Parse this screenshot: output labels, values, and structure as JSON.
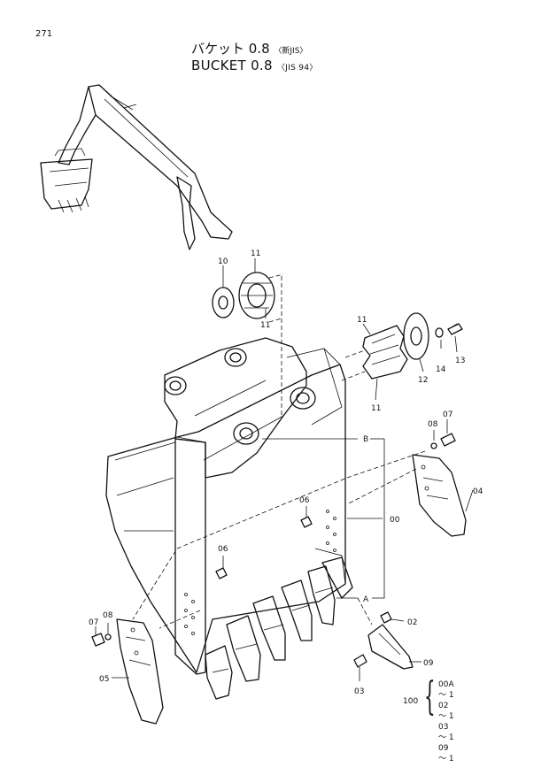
{
  "page_number": "271",
  "title_jp": "バケット 0.8",
  "title_jp_std": "〈新JIS〉",
  "title_en": "BUCKET  0.8",
  "title_en_std": "〈JIS 94〉",
  "callouts": {
    "c10": "10",
    "c11a": "11",
    "c11b": "11",
    "c11c": "11",
    "c11d": "11",
    "c12": "12",
    "c13": "13",
    "c14": "14",
    "c07a": "07",
    "c08a": "08",
    "c04": "04",
    "cB": "B",
    "c00": "00",
    "cA": "A",
    "c06a": "06",
    "c06b": "06",
    "c07b": "07",
    "c08b": "08",
    "c05": "05",
    "c02": "02",
    "c09": "09",
    "c03": "03"
  },
  "kit": {
    "number": "100",
    "rows": [
      {
        "code": "00A",
        "qty": "～ 1"
      },
      {
        "code": "02",
        "qty": "～ 1"
      },
      {
        "code": "03",
        "qty": "～ 1"
      },
      {
        "code": "09",
        "qty": "～ 1"
      }
    ]
  }
}
